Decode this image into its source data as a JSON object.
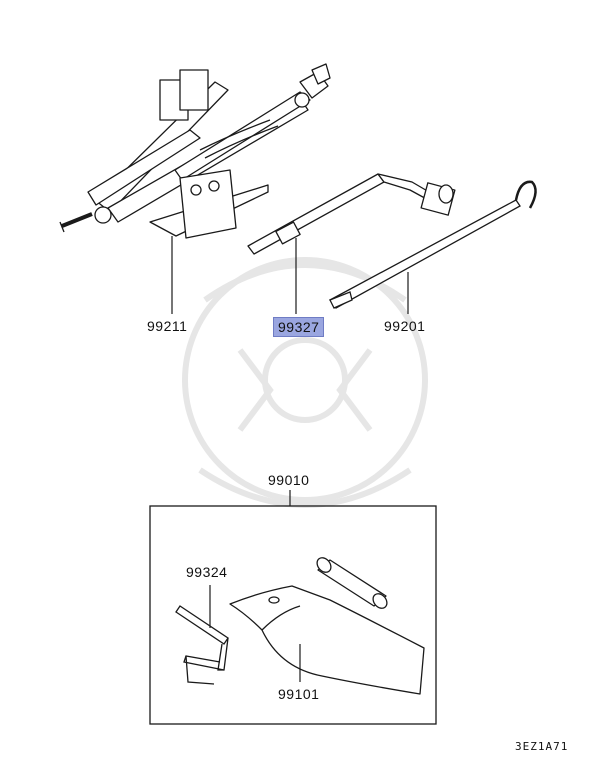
{
  "labels": {
    "jack": "99211",
    "wrench": "99327",
    "bar": "99201",
    "kit": "99010",
    "hook": "99324",
    "bag": "99101"
  },
  "figure_code": "3EZ1A71",
  "colors": {
    "line": "#1a1a1a",
    "highlight": "#9aa6e0",
    "watermark": "#e4e4e4"
  }
}
